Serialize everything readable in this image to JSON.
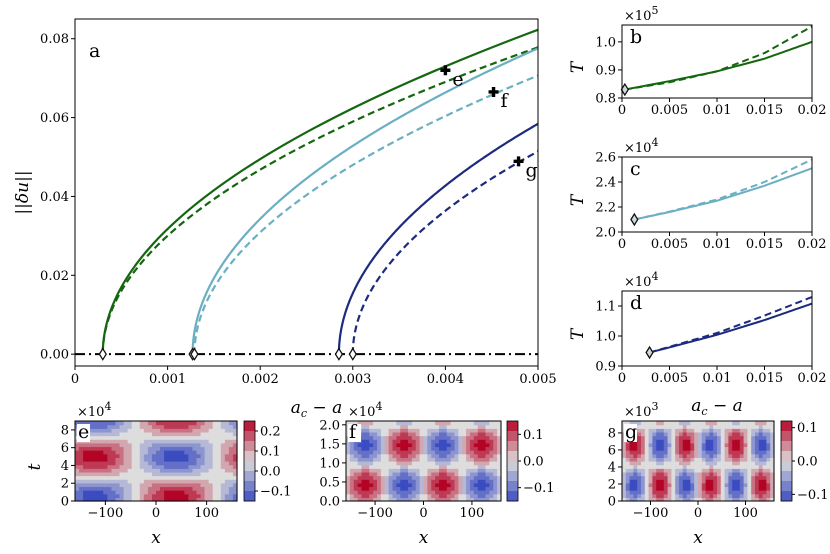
{
  "chart_data": [
    {
      "panel": "a",
      "type": "line",
      "xlabel": "a_c − a",
      "ylabel": "||δu||",
      "xlim": [
        0,
        0.005
      ],
      "ylim": [
        -0.003,
        0.085
      ],
      "xticks": [
        "0",
        "0.001",
        "0.002",
        "0.003",
        "0.004",
        "0.005"
      ],
      "yticks": [
        "0.00",
        "0.02",
        "0.04",
        "0.06",
        "0.08"
      ],
      "grid": false,
      "legend": "none",
      "baseline": {
        "y": 0,
        "style": "dash-dot",
        "color": "#000000"
      },
      "branches": [
        {
          "color": "#14660f",
          "style": "solid",
          "onset": 0.0003,
          "coef": 1.2
        },
        {
          "color": "#14660f",
          "style": "dashed",
          "onset": 0.0003,
          "coef": 1.135
        },
        {
          "color": "#6aafc2",
          "style": "solid",
          "onset": 0.00127,
          "coef": 1.27
        },
        {
          "color": "#6aafc2",
          "style": "dashed",
          "onset": 0.00129,
          "coef": 1.16
        },
        {
          "color": "#1c2a80",
          "style": "solid",
          "onset": 0.00285,
          "coef": 1.26
        },
        {
          "color": "#1c2a80",
          "style": "dashed",
          "onset": 0.003,
          "coef": 1.15
        }
      ],
      "onset_markers_x": [
        0.0003,
        0.00127,
        0.00129,
        0.00285,
        0.003
      ],
      "cross_markers": [
        {
          "label": "e",
          "x": 0.004,
          "y": 0.072
        },
        {
          "label": "f",
          "x": 0.00452,
          "y": 0.0665
        },
        {
          "label": "g",
          "x": 0.00479,
          "y": 0.0489
        }
      ]
    },
    {
      "panel": "b",
      "type": "line",
      "ylabel": "T",
      "y_multiplier": "×10^5",
      "xlim": [
        0,
        0.02
      ],
      "ylim": [
        0.8,
        1.06
      ],
      "xticks": [
        "0",
        "0.005",
        "0.01",
        "0.015",
        "0.02"
      ],
      "yticks": [
        "0.8",
        "0.9",
        "1.0"
      ],
      "color": "#14660f",
      "series": [
        {
          "style": "solid",
          "x": [
            0.0003,
            0.005,
            0.01,
            0.015,
            0.02
          ],
          "y": [
            0.83,
            0.86,
            0.895,
            0.94,
            1.0
          ]
        },
        {
          "style": "dashed",
          "x": [
            0.0003,
            0.005,
            0.01,
            0.015,
            0.02
          ],
          "y": [
            0.83,
            0.856,
            0.895,
            0.96,
            1.055
          ]
        }
      ],
      "marker": {
        "x": 0.0003,
        "y": 0.83
      }
    },
    {
      "panel": "c",
      "type": "line",
      "ylabel": "T",
      "y_multiplier": "×10^4",
      "xlim": [
        0,
        0.02
      ],
      "ylim": [
        2.0,
        2.6
      ],
      "xticks": [
        "0",
        "0.005",
        "0.01",
        "0.015",
        "0.02"
      ],
      "yticks": [
        "2.0",
        "2.2",
        "2.4",
        "2.6"
      ],
      "color": "#6aafc2",
      "series": [
        {
          "style": "solid",
          "x": [
            0.0013,
            0.005,
            0.01,
            0.015,
            0.02
          ],
          "y": [
            2.1,
            2.16,
            2.25,
            2.37,
            2.51
          ]
        },
        {
          "style": "dashed",
          "x": [
            0.0013,
            0.005,
            0.01,
            0.015,
            0.02
          ],
          "y": [
            2.1,
            2.163,
            2.26,
            2.4,
            2.58
          ]
        }
      ],
      "marker": {
        "x": 0.0013,
        "y": 2.1
      }
    },
    {
      "panel": "d",
      "type": "line",
      "ylabel": "T",
      "y_multiplier": "×10^4",
      "xlabel": "a_c − a",
      "xlim": [
        0,
        0.02
      ],
      "ylim": [
        0.9,
        1.15
      ],
      "xticks": [
        "0",
        "0.005",
        "0.01",
        "0.015",
        "0.02"
      ],
      "yticks": [
        "0.9",
        "1.0",
        "1.1"
      ],
      "color": "#1c2a80",
      "series": [
        {
          "style": "solid",
          "x": [
            0.0029,
            0.005,
            0.01,
            0.015,
            0.02
          ],
          "y": [
            0.945,
            0.962,
            1.004,
            1.053,
            1.108
          ]
        },
        {
          "style": "dashed",
          "x": [
            0.0029,
            0.005,
            0.01,
            0.015,
            0.02
          ],
          "y": [
            0.945,
            0.964,
            1.01,
            1.068,
            1.13
          ]
        }
      ],
      "marker": {
        "x": 0.0029,
        "y": 0.945
      }
    },
    {
      "panel": "e",
      "type": "heatmap",
      "xlabel": "x",
      "ylabel": "t",
      "y_multiplier": "×10^4",
      "xlim": [
        -160,
        160
      ],
      "ylim": [
        0,
        9
      ],
      "xticks": [
        "−100",
        "0",
        "100"
      ],
      "yticks": [
        "0",
        "2",
        "4",
        "6",
        "8"
      ],
      "colorbar_ticks": [
        "0.2",
        "0.1",
        "0.0",
        "−0.1"
      ],
      "clim": [
        -0.15,
        0.25
      ],
      "pattern": {
        "kx": 1,
        "period": 9,
        "phase": 0.8
      }
    },
    {
      "panel": "f",
      "type": "heatmap",
      "xlabel": "x",
      "yticks": [
        "0.0",
        "0.5",
        "1.0",
        "1.5",
        "2.0"
      ],
      "y_multiplier": "×10^4",
      "xlim": [
        -160,
        160
      ],
      "ylim": [
        0,
        2.1
      ],
      "xticks": [
        "−100",
        "0",
        "100"
      ],
      "colorbar_ticks": [
        "0.1",
        "0.0",
        "−0.1"
      ],
      "clim": [
        -0.15,
        0.15
      ],
      "pattern": {
        "kx": 2,
        "period": 2.1,
        "phase": 0.0
      }
    },
    {
      "panel": "g",
      "type": "heatmap",
      "xlabel": "x",
      "yticks": [
        "0",
        "2",
        "4",
        "6",
        "8"
      ],
      "y_multiplier": "×10^3",
      "xlim": [
        -160,
        160
      ],
      "ylim": [
        0,
        9.4
      ],
      "xticks": [
        "−100",
        "0",
        "100"
      ],
      "colorbar_ticks": [
        "0.1",
        "0.0",
        "−0.1"
      ],
      "clim": [
        -0.12,
        0.12
      ],
      "pattern": {
        "kx": 3,
        "period": 9.4,
        "phase": 0.0
      }
    }
  ]
}
